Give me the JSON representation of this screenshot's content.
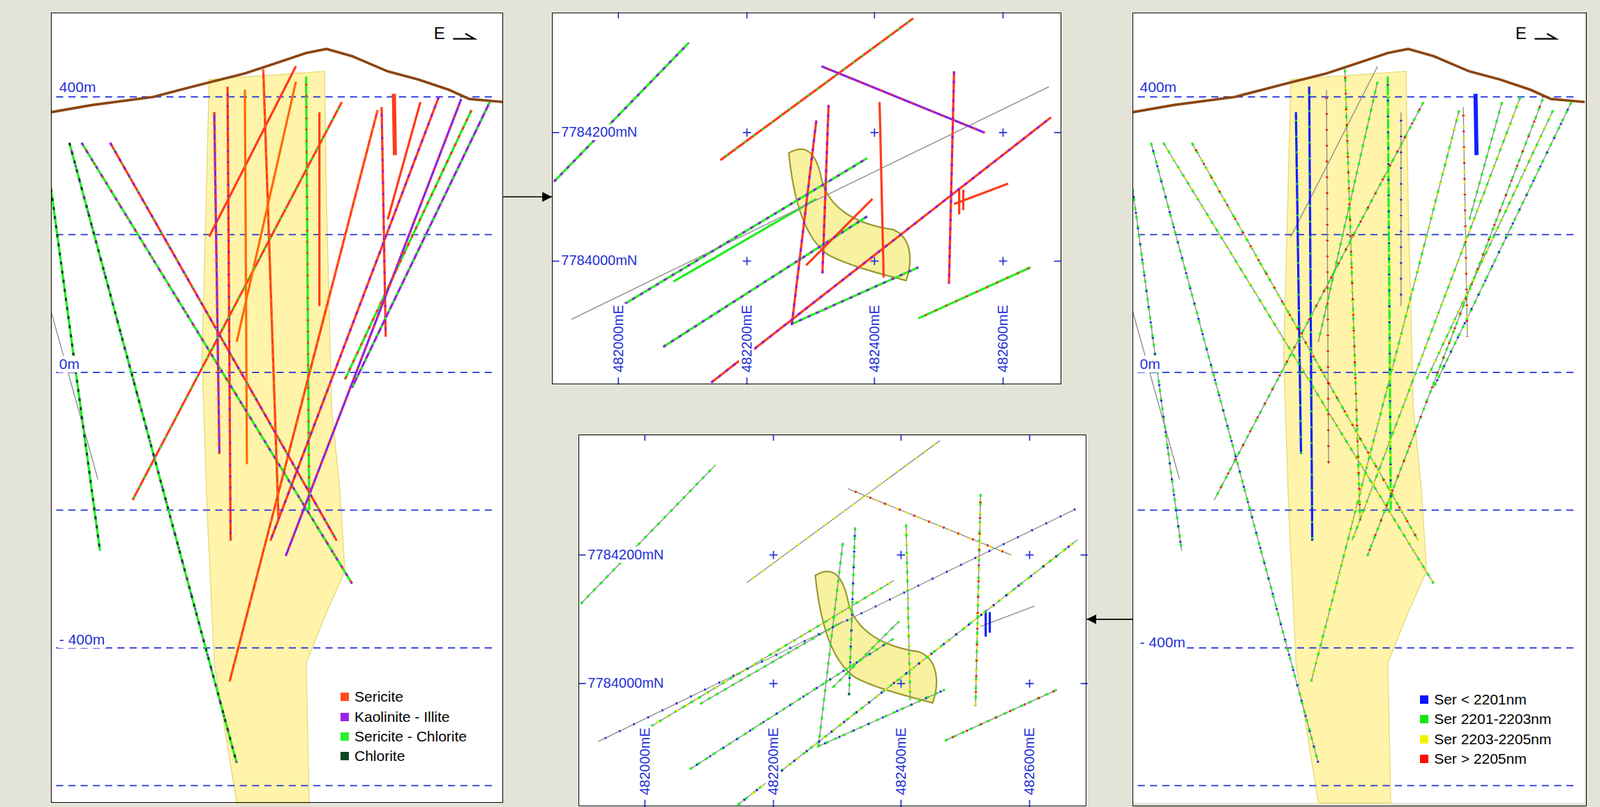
{
  "diagram": {
    "nodes": [
      {
        "text": [
          "E",
          "400m",
          "0m",
          "- 400m"
        ]
      },
      {
        "text": [
          "7784200mN",
          "7784000mN",
          "482000mE",
          "482200mE",
          "482400mE",
          "482600mE"
        ]
      },
      {
        "text": [
          "E",
          "400m",
          "0m",
          "- 400m"
        ]
      },
      {
        "text": [
          "7784200mN",
          "7784000mN",
          "482000mE",
          "482200mE",
          "482400mE",
          "482600mE"
        ]
      }
    ],
    "edges": [
      {
        "from": 0,
        "to": 1,
        "arrow": "to"
      },
      {
        "from": 2,
        "to": 3,
        "arrow": "to"
      }
    ],
    "legend": [
      {
        "text": "Sericite",
        "color": "#ff4a1a"
      },
      {
        "text": "Kaolinite - Illite",
        "color": "#9a22e6"
      },
      {
        "text": "Sericite - Chlorite",
        "color": "#2bf02b"
      },
      {
        "text": "Chlorite",
        "color": "#0c4a24"
      },
      {
        "text": "Ser < 2201nm",
        "color": "#0a14ff"
      },
      {
        "text": "Ser 2201-2203nm",
        "color": "#14e614"
      },
      {
        "text": "Ser 2203-2205nm",
        "color": "#f2f200"
      },
      {
        "text": "Ser > 2205nm",
        "color": "#ff0a0a"
      }
    ]
  }
}
